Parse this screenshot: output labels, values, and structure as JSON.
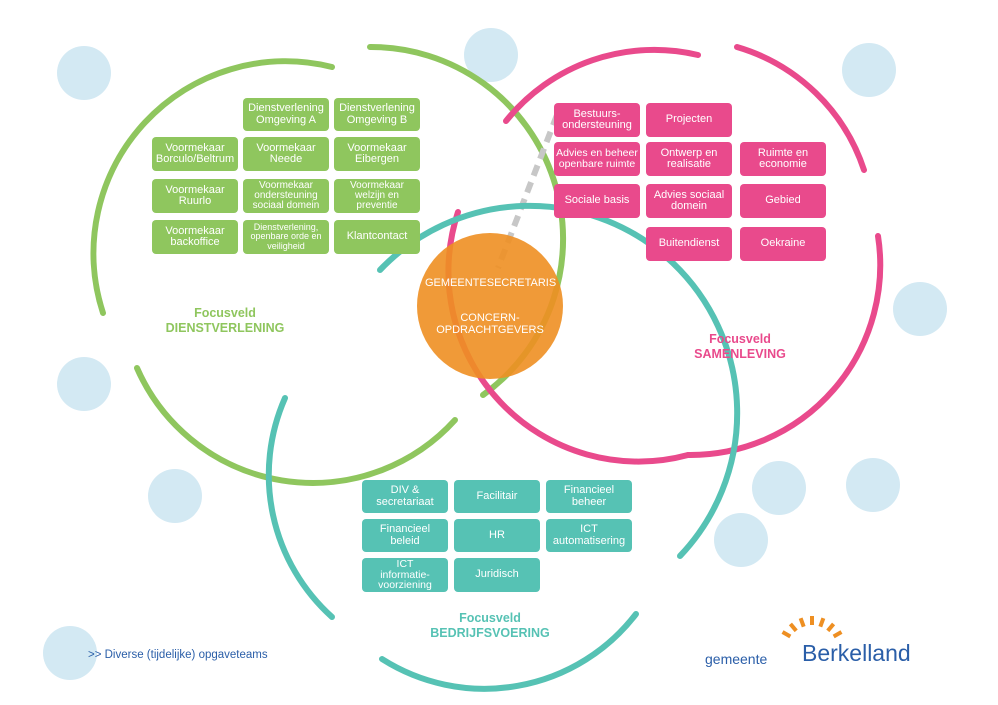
{
  "colors": {
    "green": "#8fc65e",
    "pink": "#e94a8c",
    "teal": "#56c2b4",
    "orange": "#ee8f22",
    "bubble": "#d3e9f3",
    "text_blue": "#2a5ea8"
  },
  "center": {
    "line1": "GEMEENTESECRETARIS",
    "line2": "CONCERN-\nOPDRACHTGEVERS"
  },
  "focus_areas": [
    {
      "name": "Focusveld\nDIENSTVERLENING",
      "color": "green",
      "boxes": [
        "Dienstverlening\nOmgeving A",
        "Dienstverlening\nOmgeving B",
        "Voormekaar\nBorculo/Beltrum",
        "Voormekaar\nNeede",
        "Voormekaar\nEibergen",
        "Voormekaar\nRuurlo",
        "Voormekaar\nondersteuning\nsociaal domein",
        "Voormekaar\nwelzijn en\npreventie",
        "Voormekaar\nbackoffice",
        "Dienstverlening,\nopenbare orde en\nveiligheid",
        "Klantcontact"
      ]
    },
    {
      "name": "Focusveld\nSAMENLEVING",
      "color": "pink",
      "boxes": [
        "Bestuurs-\nondersteuning",
        "Projecten",
        "Advies en beheer\nopenbare ruimte",
        "Ontwerp en\nrealisatie",
        "Ruimte en\neconomie",
        "Sociale basis",
        "Advies sociaal\ndomein",
        "Gebied",
        "Buitendienst",
        "Oekraine"
      ]
    },
    {
      "name": "Focusveld\nBEDRIJFSVOERING",
      "color": "teal",
      "boxes": [
        "DIV &\nsecretariaat",
        "Facilitair",
        "Financieel\nbeheer",
        "Financieel\nbeleid",
        "HR",
        "ICT\nautomatisering",
        "ICT\ninformatie-\nvoorziening",
        "Juridisch"
      ]
    }
  ],
  "footnote": ">> Diverse (tijdelijke) opgaveteams",
  "logo": {
    "prefix": "gemeente",
    "name": "Berkelland"
  }
}
